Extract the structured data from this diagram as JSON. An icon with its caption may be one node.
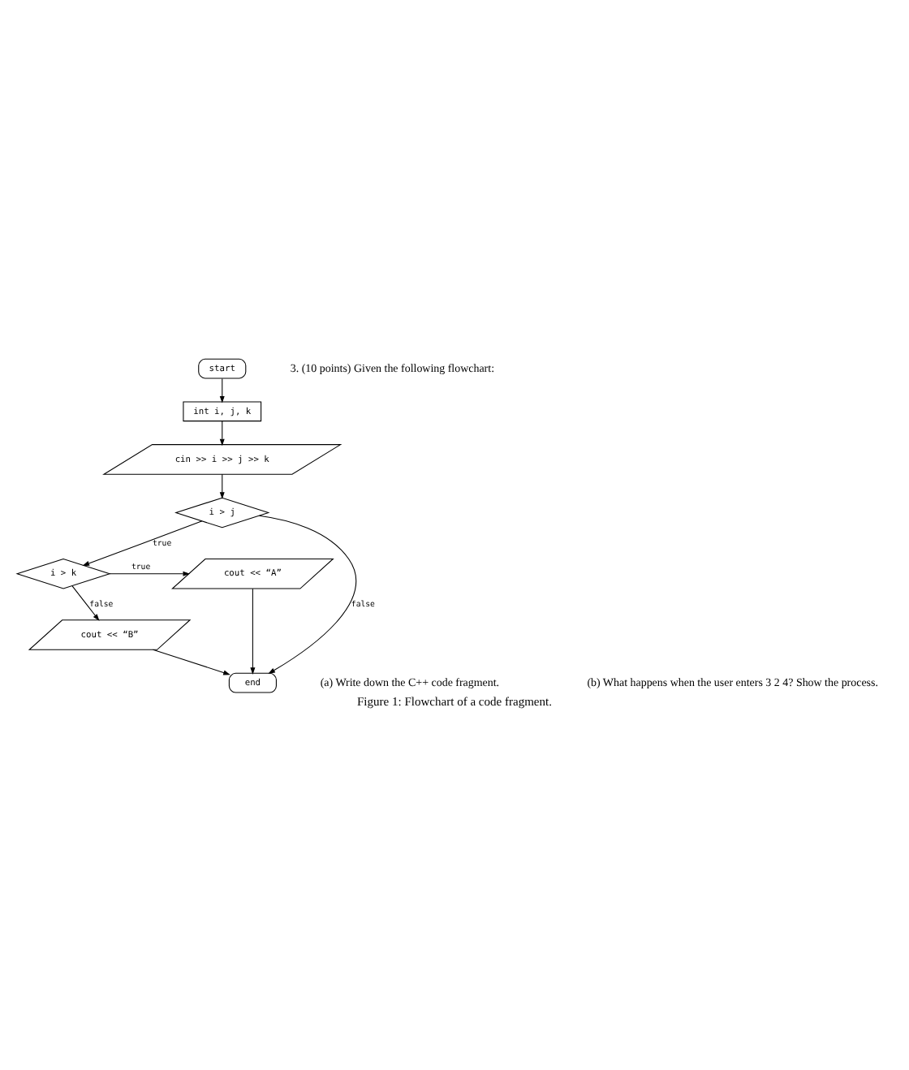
{
  "diagram": {
    "caption": "Figure 1: Flowchart of a code fragment.",
    "nodes": [
      {
        "text": [
          "start"
        ]
      },
      {
        "text": [
          "int i, j, k"
        ]
      },
      {
        "text": [
          "cin >> i >> j >> k"
        ]
      },
      {
        "text": [
          "i > j"
        ]
      },
      {
        "text": [
          "i > k"
        ]
      },
      {
        "text": [
          "cout << “A”"
        ]
      },
      {
        "text": [
          "cout << “B”"
        ]
      },
      {
        "text": [
          "end"
        ]
      }
    ],
    "edges": [
      {
        "from": 0,
        "to": 1,
        "arrow": "to"
      },
      {
        "from": 1,
        "to": 2,
        "arrow": "to"
      },
      {
        "from": 2,
        "to": 3,
        "arrow": "to"
      },
      {
        "from": 3,
        "to": 4,
        "arrow": "to",
        "label": "true"
      },
      {
        "from": 3,
        "to": 7,
        "arrow": "to",
        "label": "false"
      },
      {
        "from": 4,
        "to": 5,
        "arrow": "to",
        "label": "true"
      },
      {
        "from": 4,
        "to": 6,
        "arrow": "to",
        "label": "false"
      },
      {
        "from": 6,
        "to": 7,
        "arrow": "to"
      },
      {
        "from": 5,
        "to": 7,
        "arrow": "to"
      }
    ],
    "labels": [
      "3. (10 points) Given the following flowchart:",
      "(a) Write down the C++ code fragment.",
      "(b) What happens when the user enters 3 2 4? Show the process."
    ]
  }
}
